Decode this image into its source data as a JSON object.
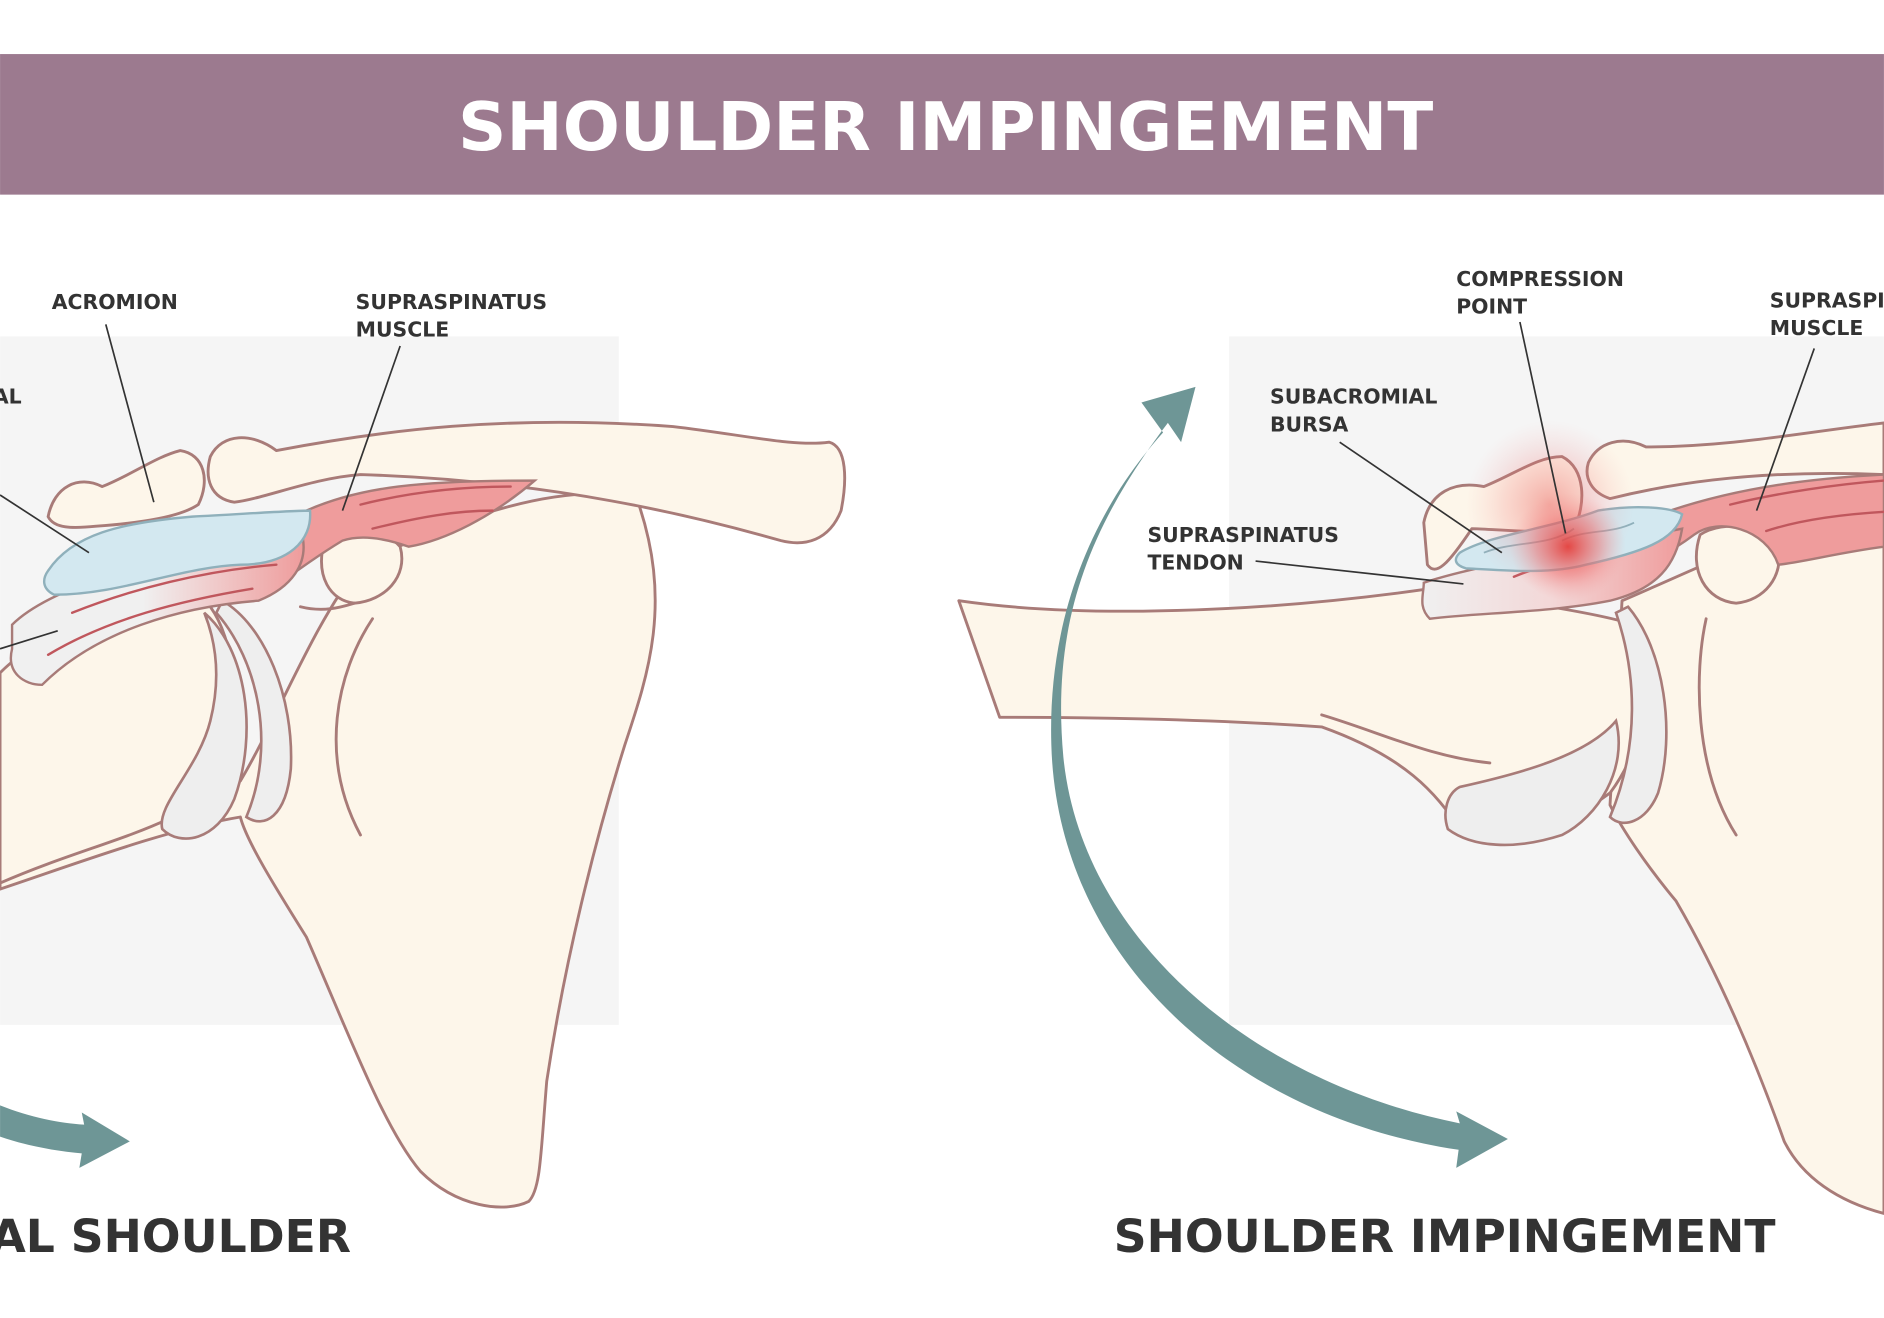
{
  "title": "SHOULDER IMPINGEMENT",
  "colors": {
    "banner": "#9c7a8f",
    "bone": "#fdf6ea",
    "outline": "#a87b78",
    "muscle": "#ef9c9c",
    "bursa": "#d3e8f0",
    "arrow": "#6e9696",
    "panel": "#f5f5f5",
    "inflammation": "#e53935"
  },
  "left_panel": {
    "labels": {
      "acromion": "ACROMION",
      "supraspinatus_muscle_1": "SUPRASPINATUS",
      "supraspinatus_muscle_2": "MUSCLE",
      "partial_label": "AL"
    },
    "caption": "AL SHOULDER"
  },
  "right_panel": {
    "labels": {
      "compression_1": "COMPRESSION",
      "compression_2": "POINT",
      "bursa_1": "SUBACROMIAL",
      "bursa_2": "BURSA",
      "tendon_1": "SUPRASPINATUS",
      "tendon_2": "TENDON",
      "muscle_1": "SUPRASPI",
      "muscle_2": "MUSCLE"
    },
    "caption": "SHOULDER IMPINGEMENT"
  }
}
